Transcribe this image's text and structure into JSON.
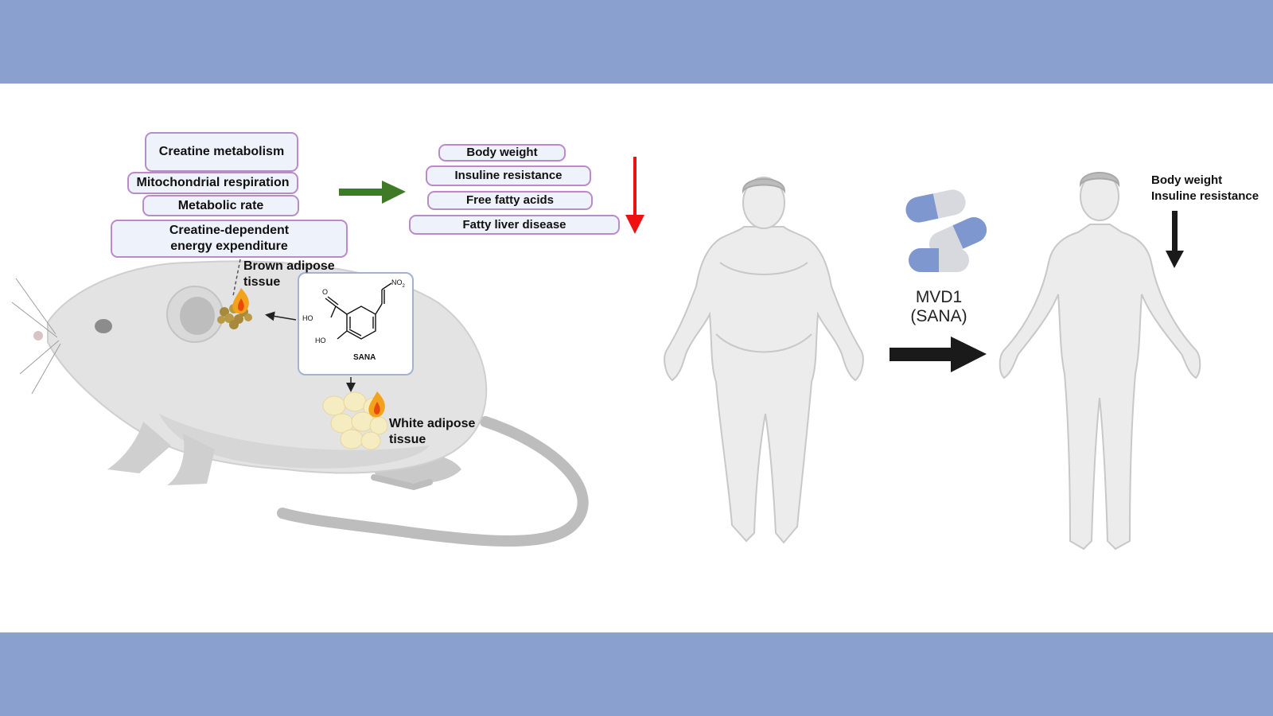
{
  "mouse_panel": {
    "boxes": {
      "creatine_metabolism": "Creatine metabolism",
      "mito_respiration": "Mitochondrial respiration",
      "metabolic_rate": "Metabolic rate",
      "creatine_energy": "Creatine-dependent energy expenditure"
    },
    "outcomes": [
      "Body weight",
      "Insuline resistance",
      "Free fatty acids",
      "Fatty liver disease"
    ],
    "bat_label": "Brown adipose tissue",
    "wat_label": "White adipose tissue",
    "compound": {
      "name": "SANA",
      "atoms": {
        "no2": "NO",
        "no2_sub": "2",
        "o": "O",
        "ho_acid": "HO",
        "ho_phenol": "HO"
      }
    }
  },
  "human_panel": {
    "drug_line1": "MVD1",
    "drug_line2": "(SANA)",
    "effects": [
      "Body weight",
      "Insuline resistance"
    ]
  },
  "colors": {
    "band": "#8aa1cf",
    "box_border": "#b98cc9",
    "box_fill": "#eef2fb",
    "green_arrow": "#3f7a26",
    "red_arrow": "#ee1111",
    "black_arrow": "#1a1a1a",
    "capsule_blue": "#7f97cf",
    "capsule_grey": "#d7d9de"
  }
}
